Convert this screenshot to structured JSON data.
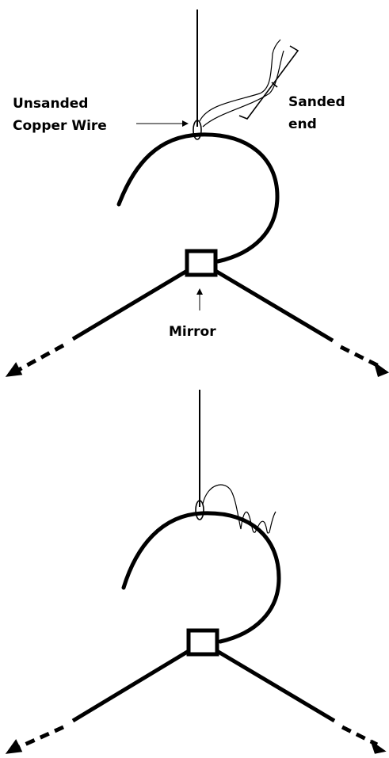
{
  "labels": {
    "wire_line1": "Unsanded",
    "wire_line2": "Copper Wire",
    "sanded_line1": "Sanded",
    "sanded_line2": "end",
    "mirror": "Mirror"
  },
  "colors": {
    "ink": "#000000",
    "background": "#ffffff"
  }
}
